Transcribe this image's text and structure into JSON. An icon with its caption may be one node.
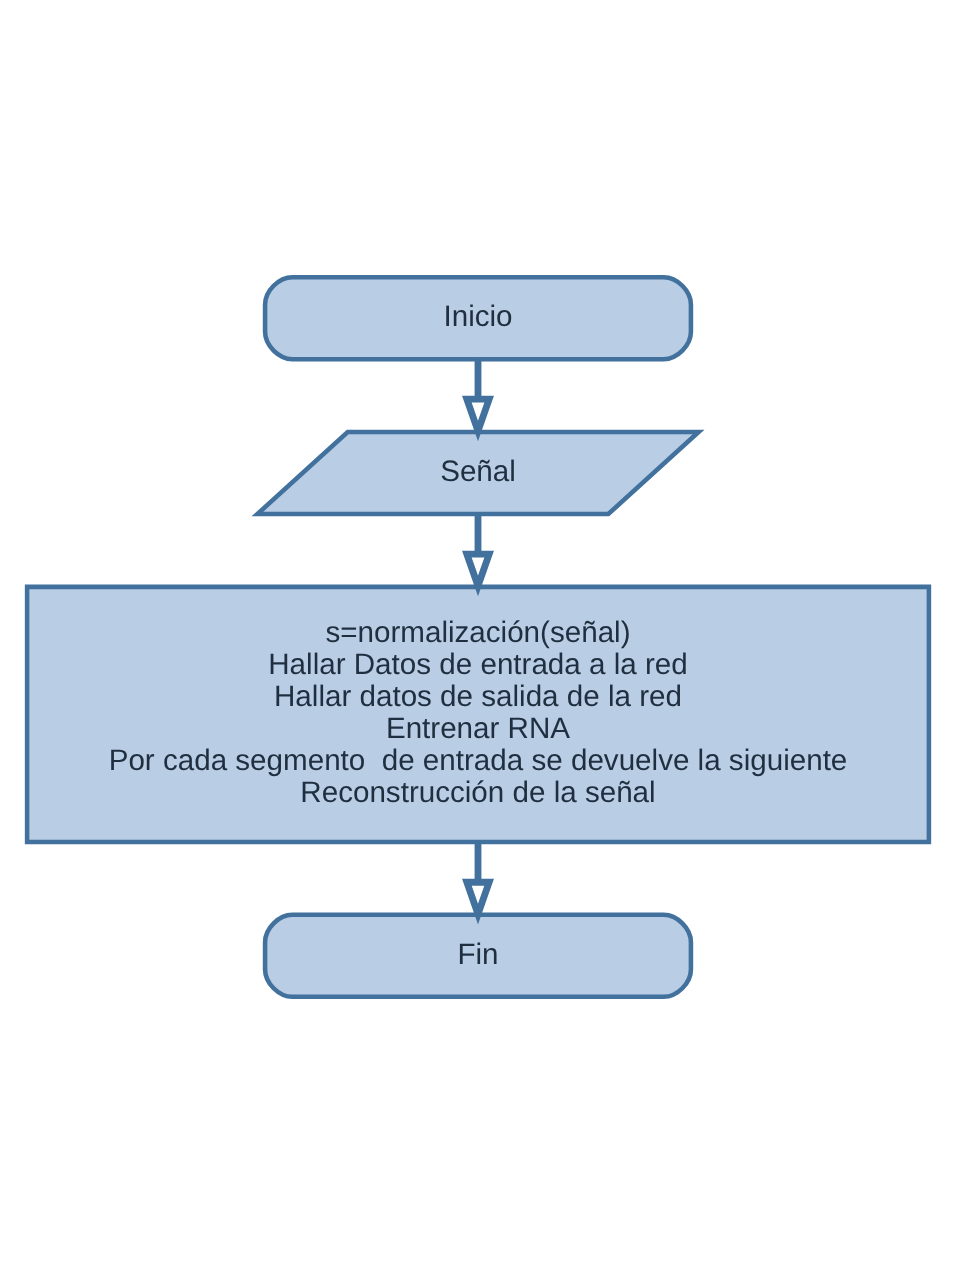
{
  "diagram": {
    "nodes": [
      {
        "text": [
          "Inicio"
        ]
      },
      {
        "text": [
          "Señal"
        ]
      },
      {
        "text": [
          "s=normalización(señal)",
          "Hallar Datos de entrada a la red",
          "Hallar datos de salida de la red",
          "Entrenar RNA",
          "Por cada segmento  de entrada se devuelve la siguiente",
          "Reconstrucción de la señal"
        ]
      },
      {
        "text": [
          "Fin"
        ]
      }
    ],
    "edges": [
      {
        "from": 0,
        "to": 1,
        "arrow": "to"
      },
      {
        "from": 1,
        "to": 2,
        "arrow": "to"
      },
      {
        "from": 2,
        "to": 3,
        "arrow": "to"
      }
    ]
  }
}
